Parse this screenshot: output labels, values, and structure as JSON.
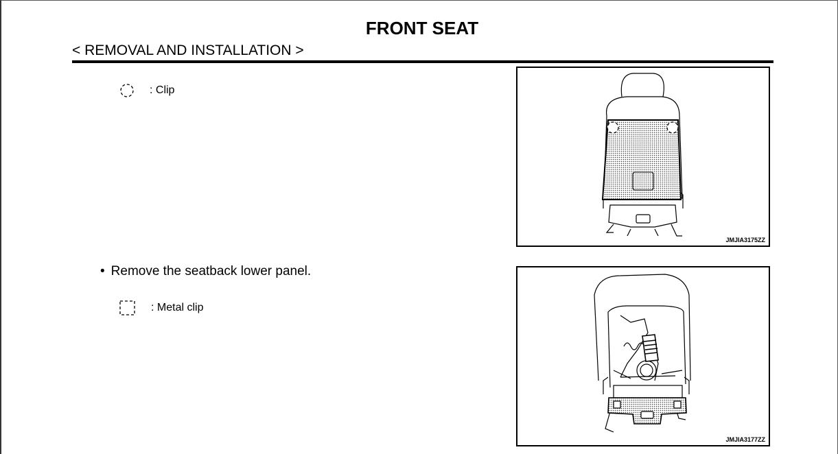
{
  "page": {
    "title": "FRONT SEAT",
    "section": "< REMOVAL AND INSTALLATION >"
  },
  "step1": {
    "legend": [
      {
        "icon": "clip-circle-icon",
        "label": ": Clip"
      }
    ],
    "figure_id": "JMJIA3175ZZ"
  },
  "step2": {
    "bullet": "Remove the seatback lower panel.",
    "legend": [
      {
        "icon": "metal-clip-square-icon",
        "label": ": Metal clip"
      }
    ],
    "figure_id": "JMJIA3177ZZ"
  }
}
